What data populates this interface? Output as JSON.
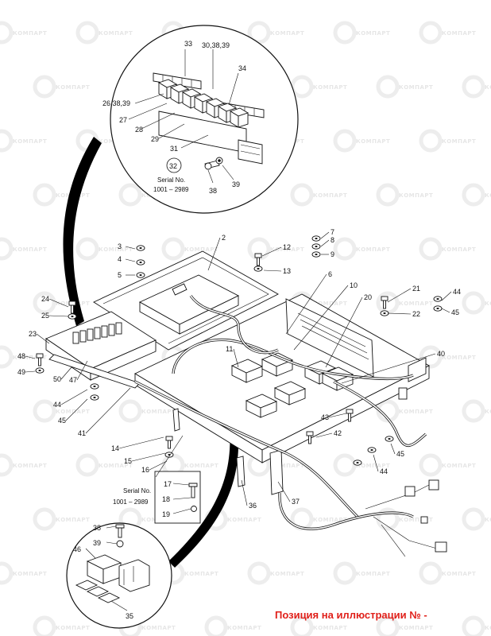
{
  "watermark": "КОМПАРТ",
  "caption": "Позиция на иллюстрации № -",
  "inset_top": {
    "labels": [
      "33",
      "30,38,39",
      "34",
      "26,38,39",
      "27",
      "28",
      "29",
      "31",
      "32",
      "38",
      "39"
    ],
    "serial_title": "Serial No.",
    "serial_range": "1001 – 2989"
  },
  "inset_bottom": {
    "labels": [
      "38",
      "39",
      "46",
      "35"
    ]
  },
  "serial_box": {
    "title": "Serial No.",
    "range": "1001 – 2989",
    "labels": [
      "17",
      "18",
      "19"
    ]
  },
  "callouts": [
    "2",
    "3",
    "4",
    "5",
    "7",
    "8",
    "9",
    "12",
    "13",
    "6",
    "10",
    "20",
    "21",
    "44",
    "22",
    "45",
    "24",
    "25",
    "23",
    "48",
    "49",
    "50",
    "47",
    "44",
    "45",
    "41",
    "11",
    "40",
    "43",
    "42",
    "45",
    "44",
    "14",
    "15",
    "16",
    "36",
    "37"
  ]
}
